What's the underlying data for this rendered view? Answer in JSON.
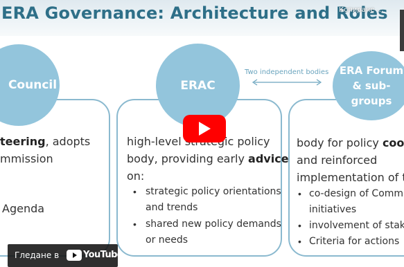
{
  "slide": {
    "title": "ERA Governance: Architecture and Roles",
    "council": {
      "label": "Council",
      "line1_bold": "teering",
      "line1_rest": ", adopts",
      "line2": "mmission",
      "line3": "Agenda"
    },
    "erac": {
      "label": "ERAC",
      "line1": "high-level strategic policy",
      "line2_prefix": "body, providing early ",
      "line2_bold": "advice",
      "line3": "on:",
      "bullets": [
        {
          "line1": "strategic policy orientations",
          "line2": "and trends"
        },
        {
          "line1": "shared new policy demands",
          "line2": "or needs"
        }
      ]
    },
    "bodies_label": "Two independent bodies",
    "forum": {
      "label_line1": "ERA Forum",
      "label_line2": "& sub-",
      "label_line3": "groups",
      "line1_prefix": "body for policy ",
      "line1_bold": "coord",
      "line2": "and reinforced",
      "line3": "implementation of th",
      "bullets": [
        {
          "line1": "co-design of Commi",
          "line2": "initiatives"
        },
        {
          "line1": "involvement of stak",
          "line2": ""
        },
        {
          "line1": "Criteria for actions",
          "line2": ""
        }
      ]
    }
  },
  "player": {
    "video_title": "Копиране ...",
    "watch_on": "Гледане в",
    "brand": "YouTube",
    "bullet_char": "•",
    "colors": {
      "title": "#2e6f88",
      "circle": "#93c5dc",
      "card_border": "#8ab9cf",
      "play_button": "#ff0000"
    }
  }
}
